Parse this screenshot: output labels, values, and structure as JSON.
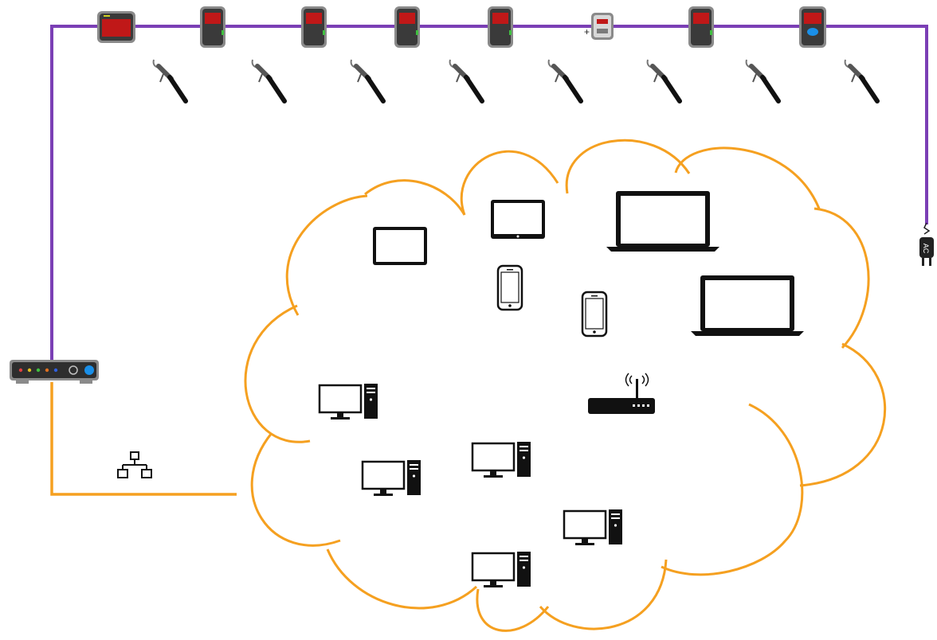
{
  "colors": {
    "bus_line": "#7b3fb5",
    "network_line": "#f5a020",
    "device_body": "#3a3a3a",
    "device_frame": "#8a8a8a",
    "display_red": "#c01818",
    "controller_led_blue": "#1a8fe8",
    "icon_black": "#111111"
  },
  "bus": {
    "devices": [
      {
        "name": "terminal-display",
        "kind": "wide-display"
      },
      {
        "name": "meter-1",
        "kind": "meter"
      },
      {
        "name": "meter-2",
        "kind": "meter"
      },
      {
        "name": "meter-3",
        "kind": "meter"
      },
      {
        "name": "meter-4",
        "kind": "meter"
      },
      {
        "name": "junction-module",
        "kind": "junction"
      },
      {
        "name": "meter-5",
        "kind": "meter"
      },
      {
        "name": "meter-6",
        "kind": "meter-blue"
      }
    ],
    "nozzle_count": 8,
    "power_plug_label": "AC"
  },
  "controller": {
    "leds": [
      "#e04040",
      "#e0c020",
      "#40c040",
      "#e07020",
      "#3060e0"
    ]
  },
  "network": {
    "icon": "lan-network-icon",
    "cloud_icon": "network-cloud",
    "clients": {
      "tablets": 2,
      "phones": 2,
      "laptops": 2,
      "desktops": 5,
      "routers": 1
    }
  }
}
